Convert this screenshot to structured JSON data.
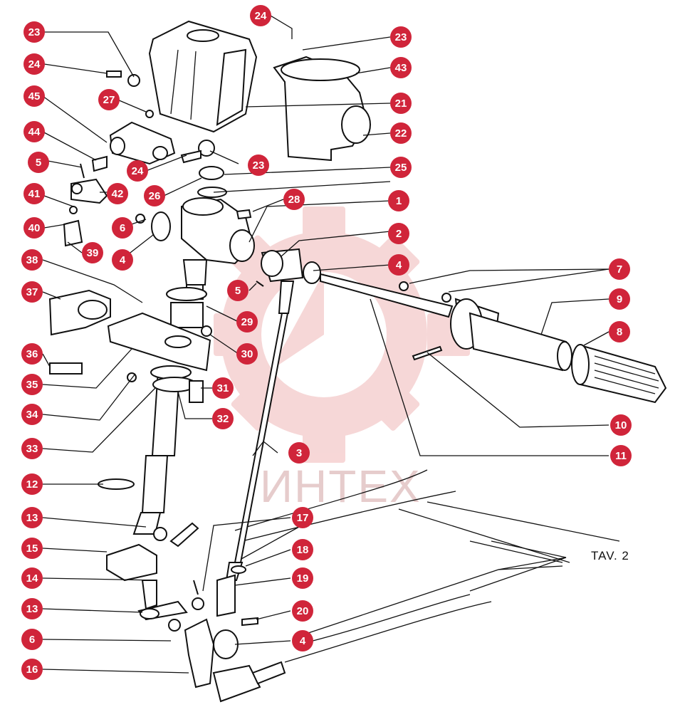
{
  "diagram": {
    "sheet_label": "TAV. 2",
    "watermark_text": "ИНТЕХ",
    "badge_color": "#d0253a",
    "watermark_color": "#f4cccc",
    "callouts": [
      "23",
      "24",
      "23",
      "43",
      "21",
      "22",
      "24",
      "27",
      "45",
      "44",
      "24",
      "23",
      "25",
      "5",
      "41",
      "42",
      "26",
      "28",
      "1",
      "2",
      "40",
      "6",
      "39",
      "38",
      "4",
      "4",
      "5",
      "7",
      "37",
      "29",
      "9",
      "30",
      "36",
      "8",
      "35",
      "31",
      "34",
      "32",
      "10",
      "33",
      "3",
      "11",
      "12",
      "13",
      "17",
      "15",
      "18",
      "14",
      "19",
      "13",
      "20",
      "6",
      "4",
      "16"
    ]
  }
}
